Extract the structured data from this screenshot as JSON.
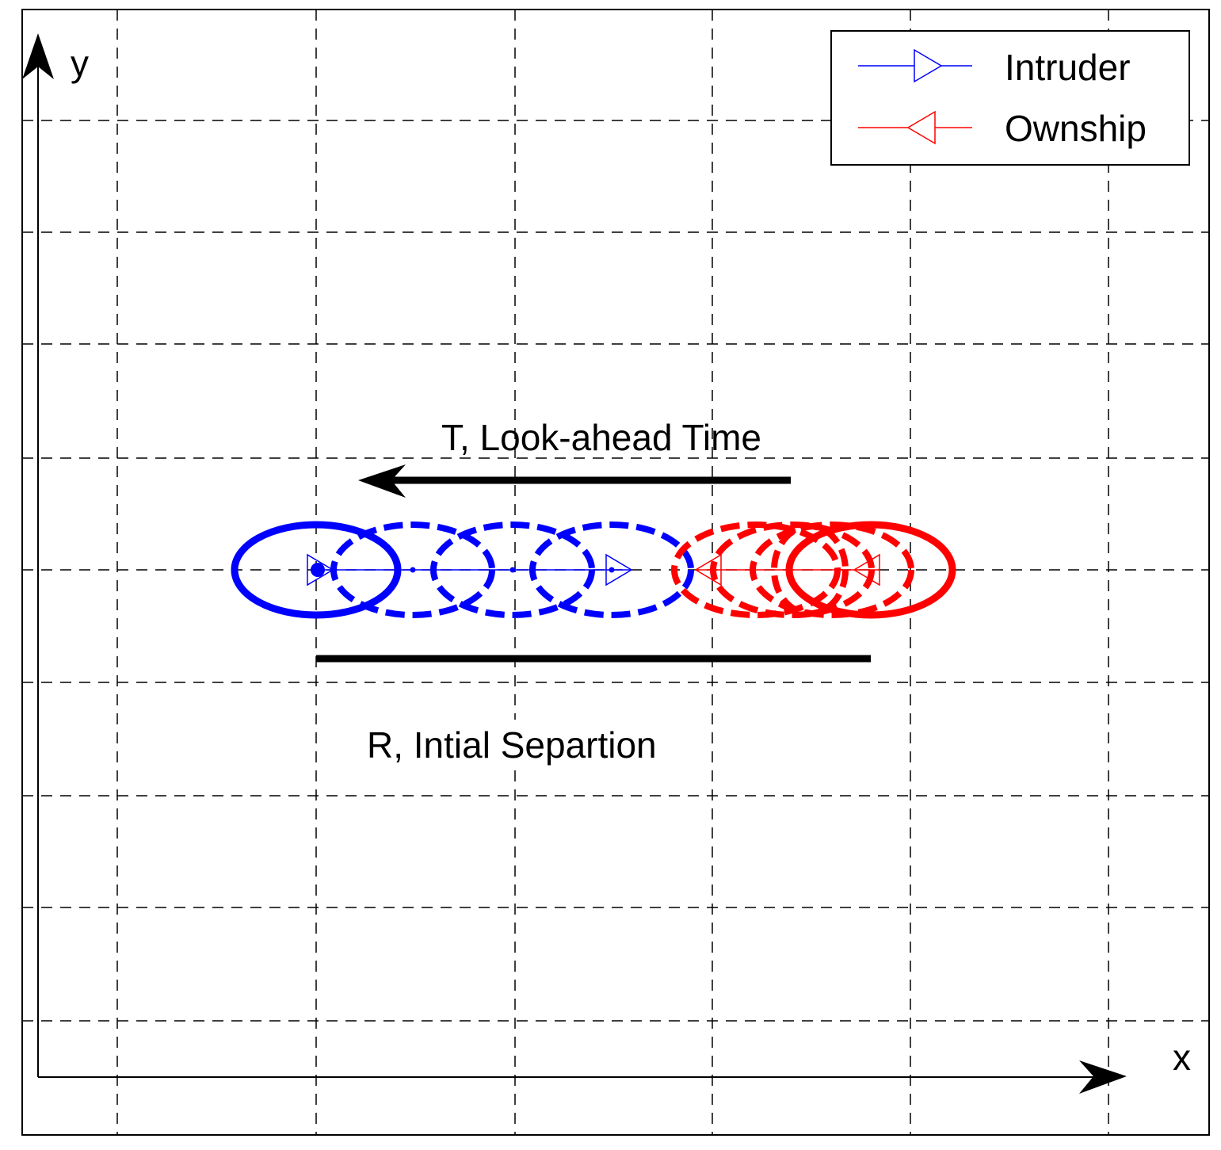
{
  "axes": {
    "x_label": "x",
    "y_label": "y"
  },
  "legend": {
    "intruder_label": "Intruder",
    "ownship_label": "Ownship"
  },
  "annotations": {
    "lookahead_label": "T, Look-ahead Time",
    "separation_label": "R, Intial Separtion"
  },
  "colors": {
    "intruder": "#0000ff",
    "ownship": "#ff0000",
    "annotation": "#000000"
  },
  "icons": {
    "intruder_marker": "right-triangle-outline-icon",
    "ownship_marker": "left-triangle-outline-icon"
  }
}
